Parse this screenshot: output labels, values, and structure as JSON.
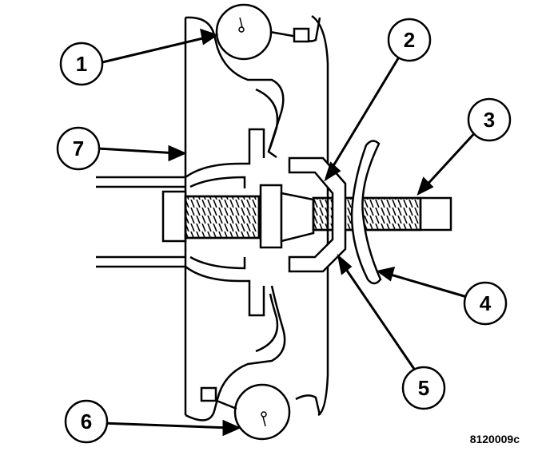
{
  "figure": {
    "id_text": "8120009c",
    "ink_color": "#000000",
    "paper_color": "#ffffff"
  },
  "callouts": [
    {
      "id": "1",
      "label": "1"
    },
    {
      "id": "2",
      "label": "2"
    },
    {
      "id": "3",
      "label": "3"
    },
    {
      "id": "4",
      "label": "4"
    },
    {
      "id": "5",
      "label": "5"
    },
    {
      "id": "6",
      "label": "6"
    },
    {
      "id": "7",
      "label": "7"
    }
  ]
}
